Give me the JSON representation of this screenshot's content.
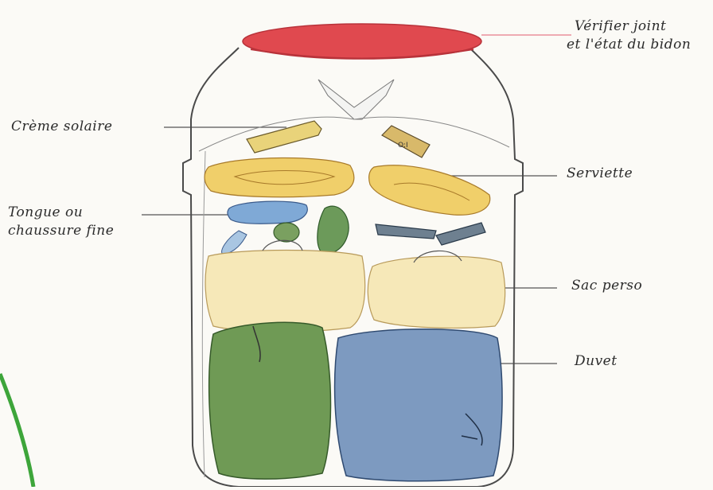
{
  "labels": {
    "lid": [
      "Vérifier joint",
      "et l'état du bidon"
    ],
    "sunscreen": "Crème solaire",
    "towel": "Serviette",
    "shoes": [
      "Tongue ou",
      "chaussure fine"
    ],
    "personal_bag": "Sac perso",
    "duvet": "Duvet"
  },
  "colors": {
    "lid": "#e0494f",
    "towel": "#f0cf6a",
    "sac": "#f6e8b8",
    "green_bag": "#6f9a55",
    "blue_bag": "#7d9ac0",
    "sandal": "#7fa9d6",
    "tube": "#e9d37a",
    "ink": "#4a4a4a"
  }
}
